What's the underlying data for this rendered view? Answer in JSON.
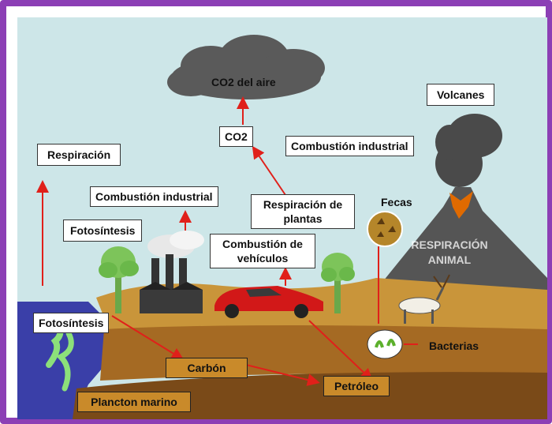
{
  "labels": {
    "co2_air": "CO2 del aire",
    "co2": "CO2",
    "volcanes": "Volcanes",
    "combustion_industrial_right": "Combustión industrial",
    "respiracion": "Respiración",
    "combustion_industrial_left": "Combustión industrial",
    "respiracion_plantas": "Respiración de plantas",
    "fecas": "Fecas",
    "fotosintesis_upper": "Fotosíntesis",
    "combustion_vehiculos": "Combustión de vehículos",
    "volcano_text": "RESPIRACIÓN ANIMAL",
    "fotosintesis_lower": "Fotosíntesis",
    "bacterias": "Bacterias",
    "carbon": "Carbón",
    "petroleo": "Petróleo",
    "plancton": "Plancton marino"
  },
  "colors": {
    "frame": "#8c3fb5",
    "sky": "#cde6e8",
    "arrow": "#e0201a",
    "water": "#3a3fa8",
    "ground": "#c9953a",
    "volcano": "#505050"
  }
}
